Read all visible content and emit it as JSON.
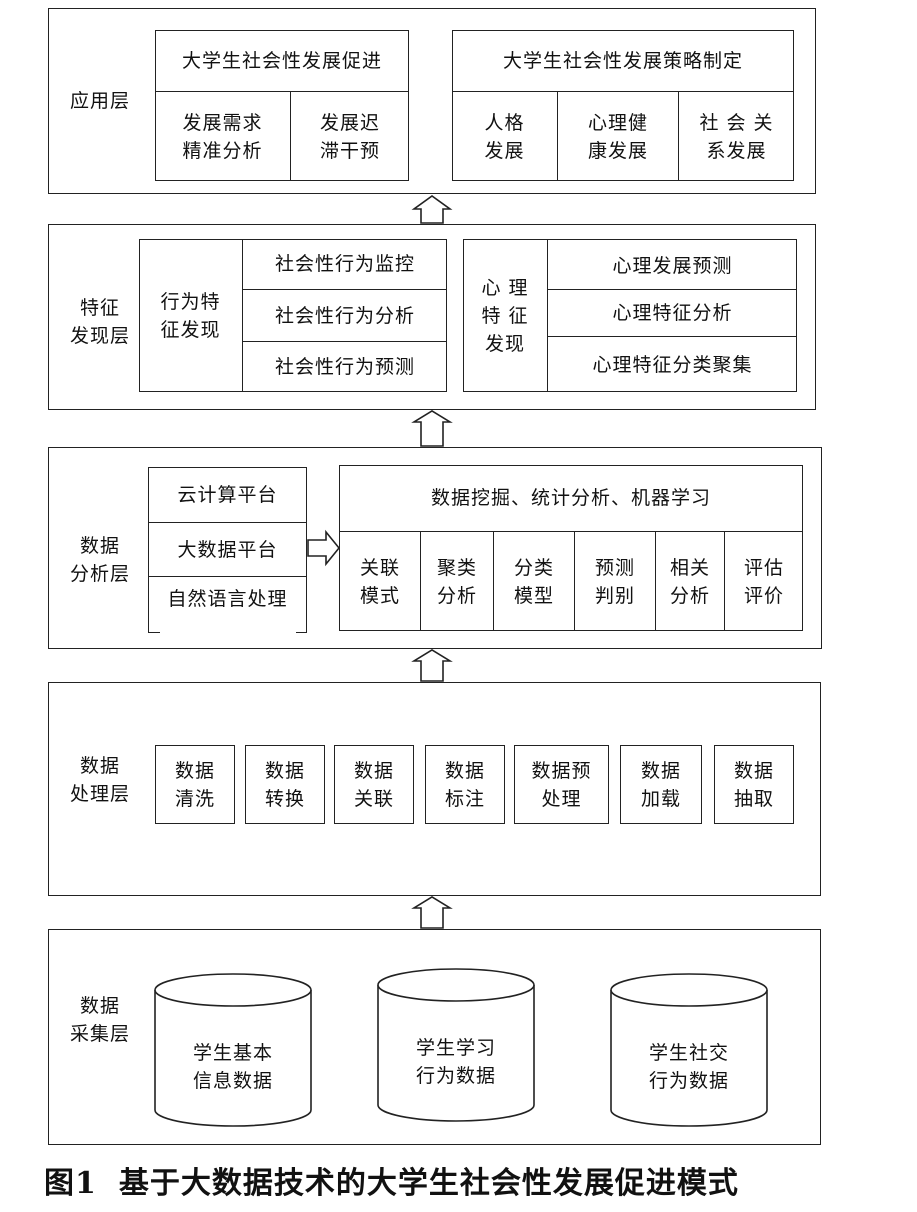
{
  "layers": {
    "application": {
      "label": "应用层",
      "promote": {
        "title": "大学生社会性发展促进",
        "items": [
          "发展需求\n精准分析",
          "发展迟\n滞干预"
        ]
      },
      "strategy": {
        "title": "大学生社会性发展策略制定",
        "items": [
          "人格\n发展",
          "心理健\n康发展",
          "社 会 关\n系发展"
        ]
      }
    },
    "feature": {
      "label": "特征\n发现层",
      "behavior": {
        "title": "行为特\n征发现",
        "items": [
          "社会性行为监控",
          "社会性行为分析",
          "社会性行为预测"
        ]
      },
      "psych": {
        "title": "心 理\n特 征\n发现",
        "items": [
          "心理发展预测",
          "心理特征分析",
          "心理特征分类聚集"
        ]
      }
    },
    "analysis": {
      "label": "数据\n分析层",
      "platforms": [
        "云计算平台",
        "大数据平台",
        "自然语言处理"
      ],
      "methods": {
        "title": "数据挖掘、统计分析、机器学习",
        "items": [
          "关联\n模式",
          "聚类\n分析",
          "分类\n模型",
          "预测\n判别",
          "相关\n分析",
          "评估\n评价"
        ]
      }
    },
    "processing": {
      "label": "数据\n处理层",
      "items": [
        "数据\n清洗",
        "数据\n转换",
        "数据\n关联",
        "数据\n标注",
        "数据预\n处理",
        "数据\n加载",
        "数据\n抽取"
      ]
    },
    "collection": {
      "label": "数据\n采集层",
      "stores": [
        "学生基本\n信息数据",
        "学生学习\n行为数据",
        "学生社交\n行为数据"
      ]
    }
  },
  "caption": {
    "number": "图1",
    "title": "基于大数据技术的大学生社会性发展促进模式"
  }
}
